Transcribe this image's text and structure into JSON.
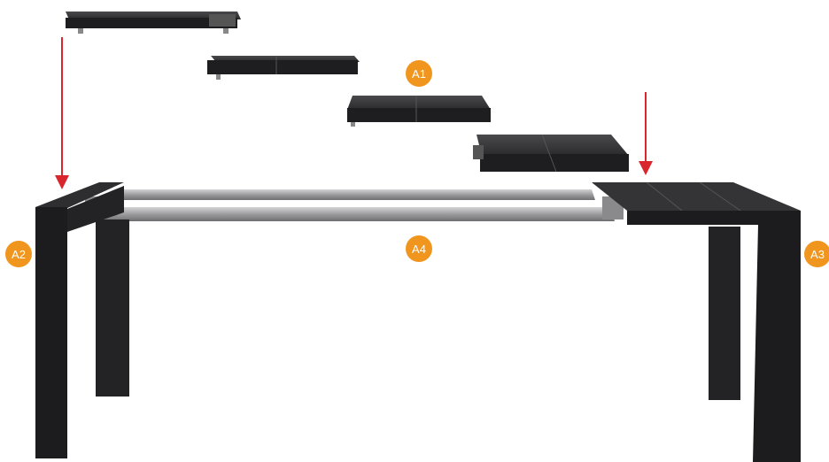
{
  "labels": {
    "a1": "A1",
    "a2": "A2",
    "a3": "A3",
    "a4": "A4"
  },
  "colors": {
    "badge": "#f0961e",
    "arrow": "#d9262c",
    "panel_top": "#3a3a3c",
    "panel_side": "#1e1e20",
    "frame": "#1c1c1e",
    "rail": "#a8a8aa"
  }
}
